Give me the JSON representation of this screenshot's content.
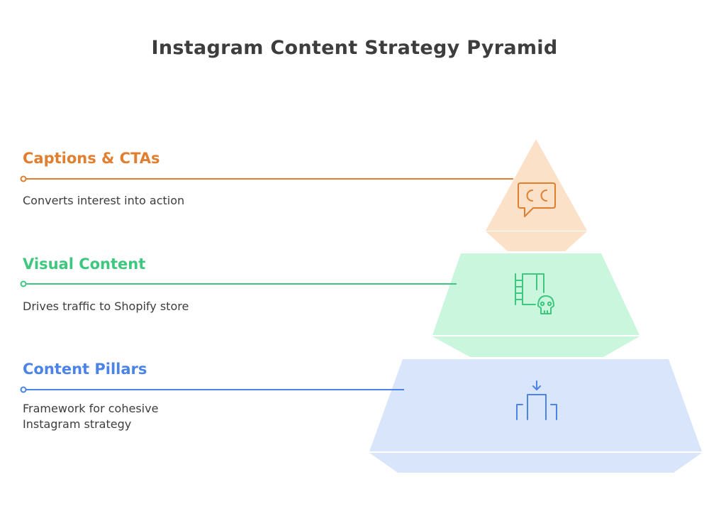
{
  "title": "Instagram Content Strategy Pyramid",
  "levels": [
    {
      "title": "Captions & CTAs",
      "description": "Converts interest into action",
      "color": "#e07f2f",
      "fill": "#fbe1c8",
      "icon": "closed-captions-icon"
    },
    {
      "title": "Visual Content",
      "description": "Drives traffic to Shopify store",
      "color": "#3ec77e",
      "fill": "#c9f6dc",
      "icon": "film-skull-icon"
    },
    {
      "title": "Content Pillars",
      "description": "Framework for cohesive\nInstagram strategy",
      "color": "#4b84e6",
      "fill": "#d8e5fb",
      "icon": "pillars-icon"
    }
  ]
}
